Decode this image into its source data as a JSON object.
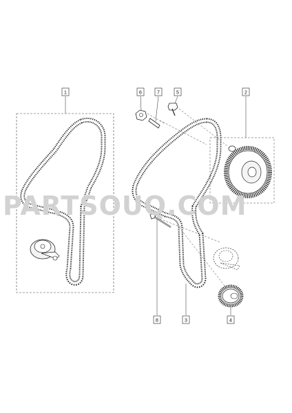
{
  "watermark": {
    "text": "PARTSOUQ.COM"
  },
  "callouts": [
    {
      "id": "c1",
      "number": "1"
    },
    {
      "id": "c2",
      "number": "2"
    },
    {
      "id": "c3",
      "number": "3"
    },
    {
      "id": "c4",
      "number": "4"
    },
    {
      "id": "c5",
      "number": "5"
    },
    {
      "id": "c6",
      "number": "6"
    },
    {
      "id": "c7",
      "number": "7"
    },
    {
      "id": "c8",
      "number": "8"
    }
  ],
  "colors": {
    "line": "#222222",
    "belt_fill": "#f4f4f4",
    "watermark": "#d2d2d2"
  }
}
